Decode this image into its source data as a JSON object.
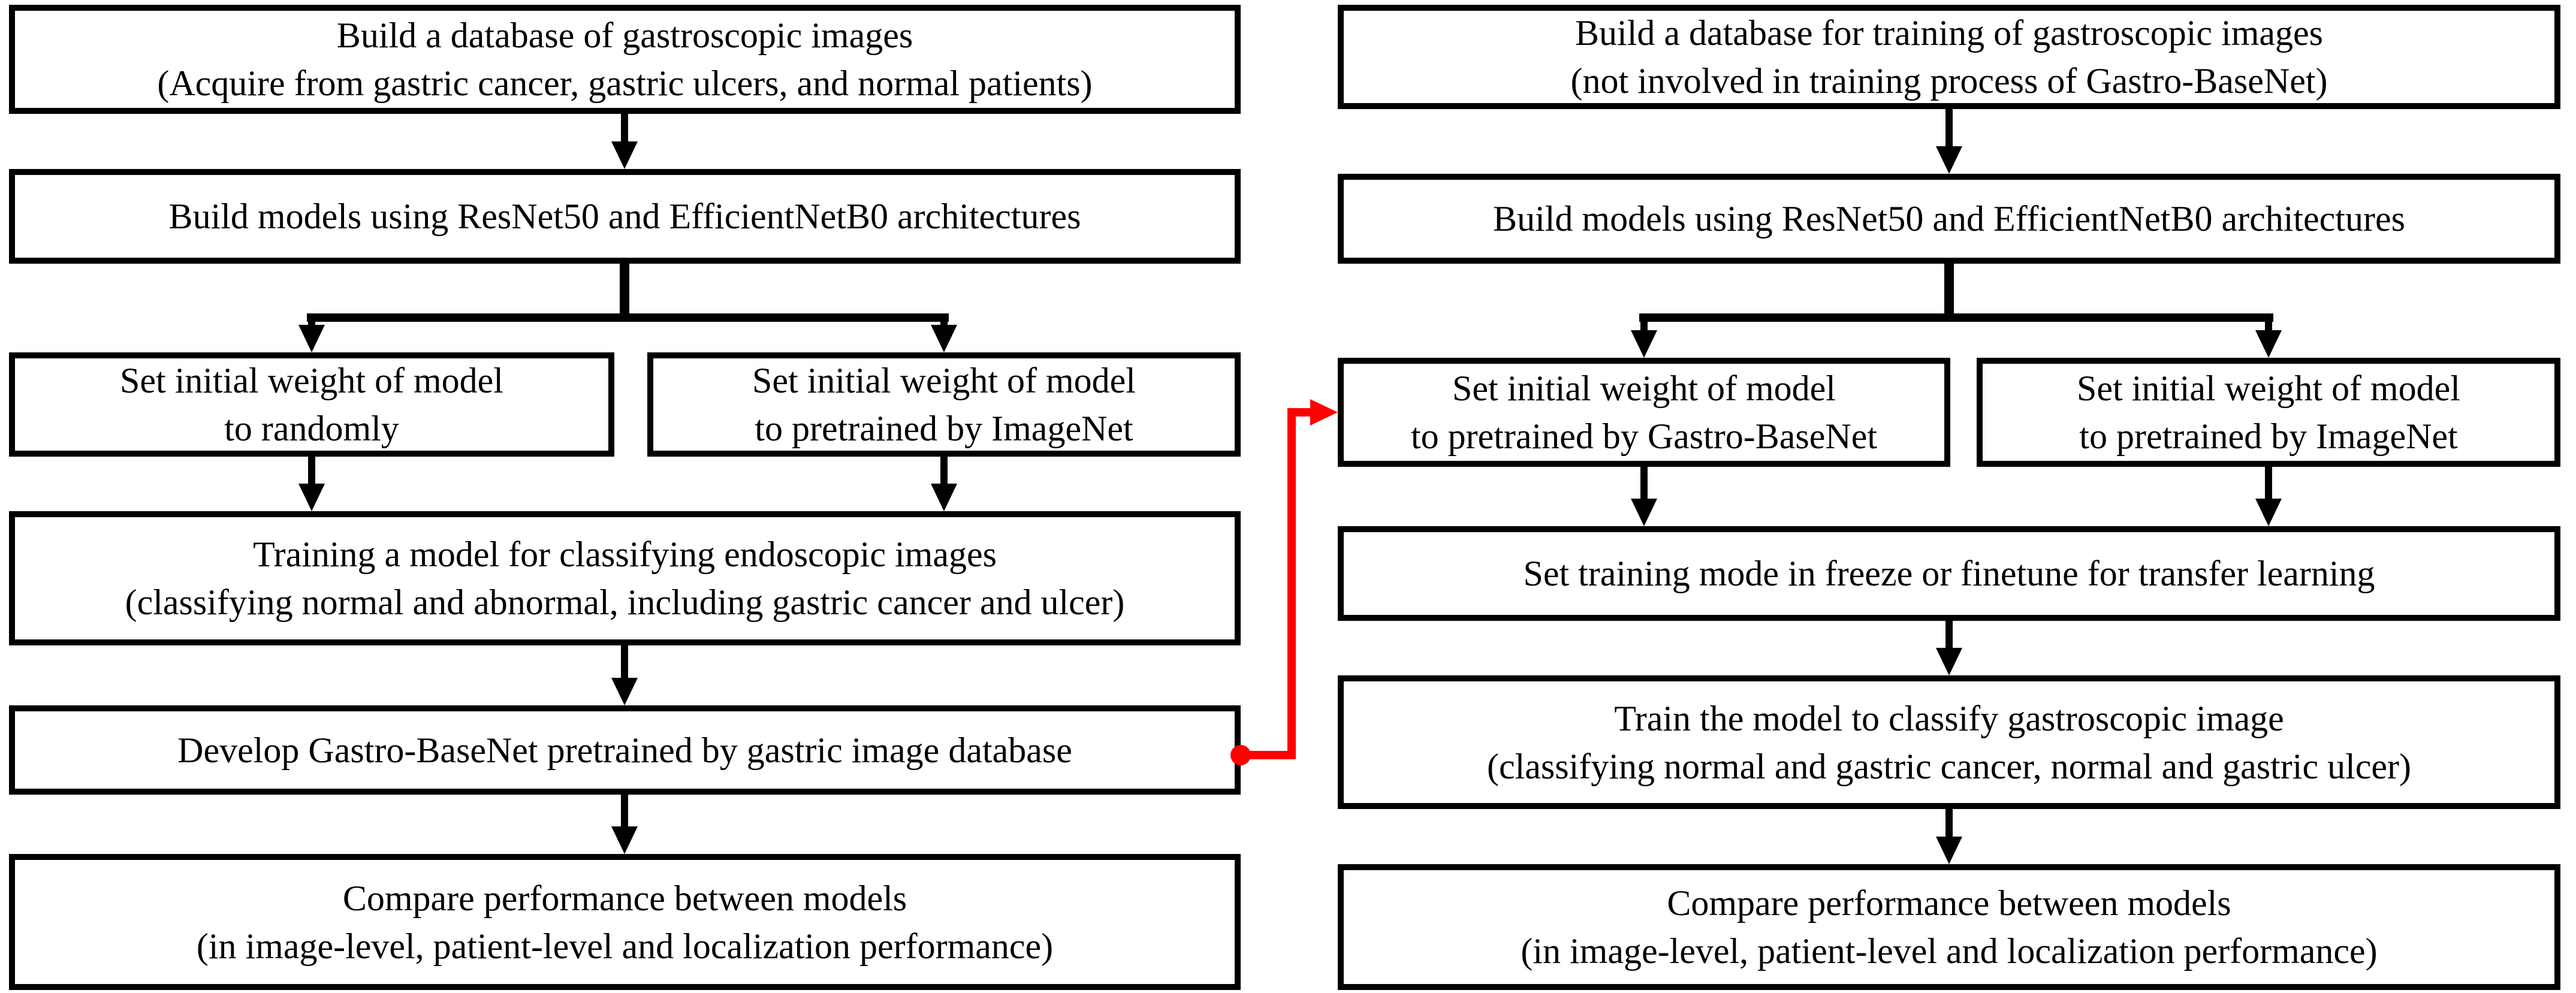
{
  "colors": {
    "background": "#ffffff",
    "text": "#000000",
    "box-border": "#000000",
    "arrow": "#000000",
    "transfer-connector": "#ff0000"
  },
  "left_flow": {
    "build_database": {
      "line1": "Build a database of gastroscopic images",
      "line2": "(Acquire from gastric cancer, gastric ulcers, and normal patients)"
    },
    "build_models": {
      "line1": "Build models using ResNet50 and EfficientNetB0 architectures"
    },
    "init_weight_random": {
      "line1": "Set initial weight of model",
      "line2": "to randomly"
    },
    "init_weight_imagenet": {
      "line1": "Set initial weight of model",
      "line2": "to pretrained by ImageNet"
    },
    "train_classifier": {
      "line1": "Training a model for classifying endoscopic images",
      "line2": "(classifying normal and abnormal, including gastric cancer and ulcer)"
    },
    "develop_gastro_basenet": {
      "line1": "Develop Gastro-BaseNet pretrained by gastric image database"
    },
    "compare_performance": {
      "line1": "Compare performance between models",
      "line2": "(in image-level, patient-level and localization performance)"
    }
  },
  "right_flow": {
    "build_database": {
      "line1": "Build a database for training of gastroscopic images",
      "line2": "(not involved in training process of Gastro-BaseNet)"
    },
    "build_models": {
      "line1": "Build models using ResNet50 and EfficientNetB0 architectures"
    },
    "init_weight_gastro_basenet": {
      "line1": "Set initial weight of model",
      "line2": "to pretrained by Gastro-BaseNet"
    },
    "init_weight_imagenet": {
      "line1": "Set initial weight of model",
      "line2": "to pretrained by ImageNet"
    },
    "set_training_mode": {
      "line1": "Set training mode in freeze or finetune for transfer learning"
    },
    "train_classifier": {
      "line1": "Train the model to classify gastroscopic image",
      "line2": "(classifying normal and gastric cancer, normal and gastric ulcer)"
    },
    "compare_performance": {
      "line1": "Compare performance between models",
      "line2": "(in image-level, patient-level and localization performance)"
    }
  }
}
